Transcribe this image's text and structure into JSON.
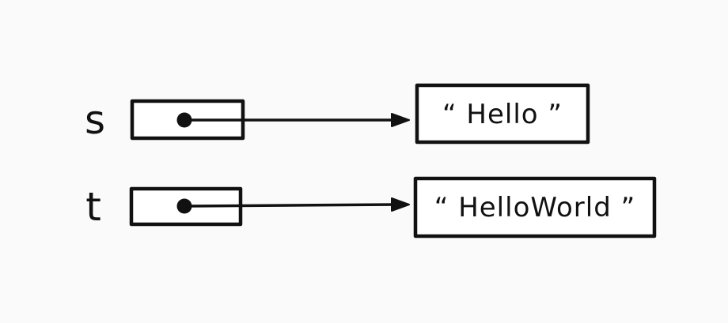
{
  "colors": {
    "background": "#fafafa",
    "ink": "#111111",
    "box_fill": "#ffffff"
  },
  "diagram": {
    "kind": "pointer-reference-diagram",
    "rows": [
      {
        "variable": "s",
        "value": "“ Hello ”"
      },
      {
        "variable": "t",
        "value": "“ HelloWorld ”"
      }
    ]
  }
}
